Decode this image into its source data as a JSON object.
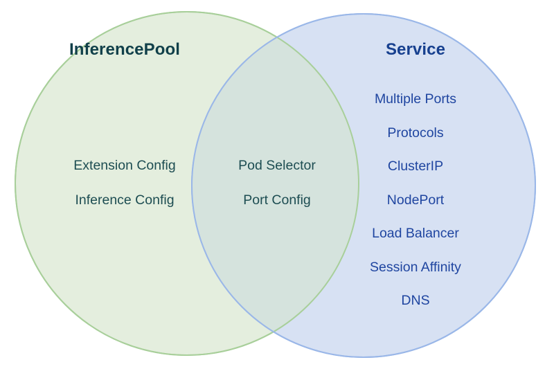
{
  "diagram": {
    "type": "venn",
    "sets": [
      {
        "id": "inferencepool",
        "title": "InferencePool",
        "fill": "#e4eede",
        "stroke": "#a8cf9a",
        "title_color": "#11404a",
        "text_color": "#1d4d52",
        "items": [
          "Extension Config",
          "Inference Config"
        ]
      },
      {
        "id": "service",
        "title": "Service",
        "fill": "#d7e1f3",
        "stroke": "#9ab7e8",
        "title_color": "#17408f",
        "text_color": "#1f45a0",
        "items": [
          "Multiple Ports",
          "Protocols",
          "ClusterIP",
          "NodePort",
          "Load Balancer",
          "Session Affinity",
          "DNS"
        ]
      }
    ],
    "intersection": {
      "id": "inferencepool-and-service",
      "fill": "#d5e3dd",
      "text_color": "#1d4d52",
      "items": [
        "Pod Selector",
        "Port Config"
      ]
    },
    "background": "#ffffff"
  }
}
